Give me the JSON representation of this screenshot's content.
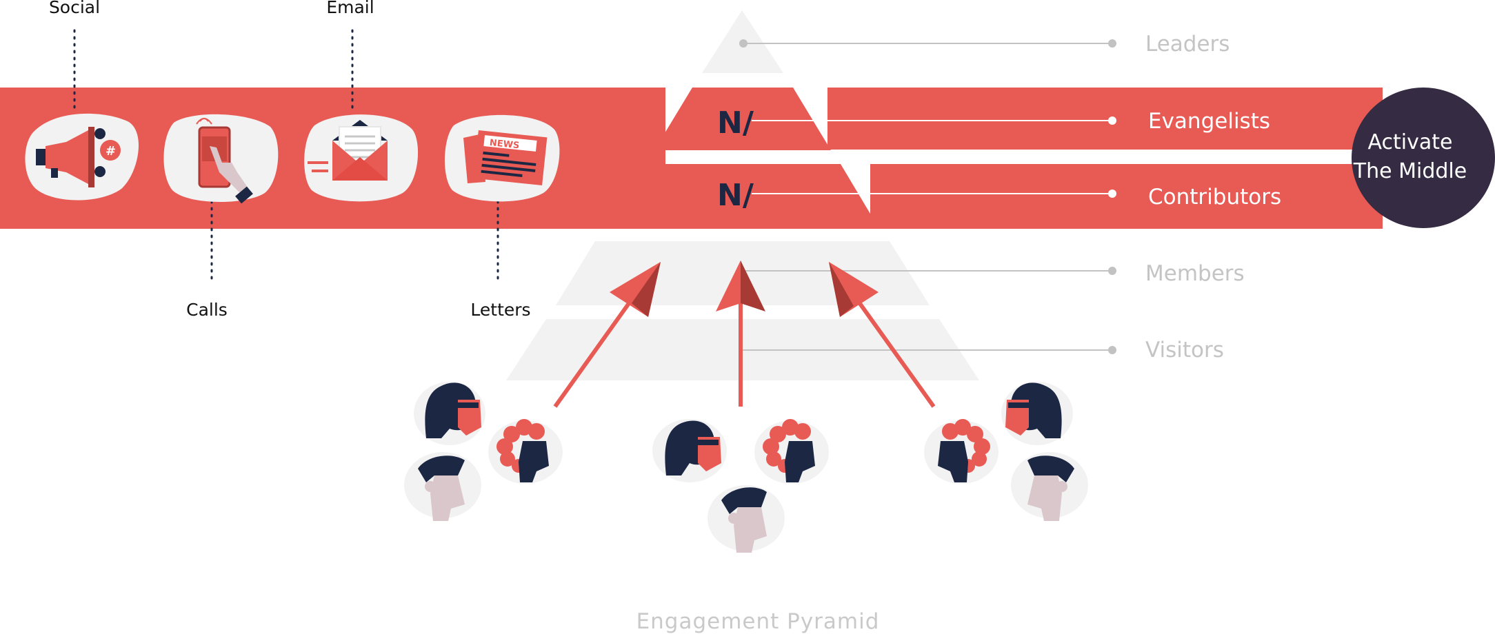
{
  "colors": {
    "band": "#e85a54",
    "band_dark": "#a83a35",
    "navy": "#1c2744",
    "tier_grey": "#f2f2f2",
    "connector_grey": "#c2c2c2",
    "dark_circle": "#352c43",
    "skin_light": "#d9c7cb"
  },
  "channels": [
    {
      "label": "Social",
      "icon": "megaphone-icon"
    },
    {
      "label": "Calls",
      "icon": "phone-tap-icon"
    },
    {
      "label": "Email",
      "icon": "envelope-icon"
    },
    {
      "label": "Letters",
      "icon": "newspaper-icon"
    }
  ],
  "pyramid": {
    "levels": [
      {
        "label": "Leaders",
        "highlighted": false
      },
      {
        "label": "Evangelists",
        "highlighted": true,
        "logo": "N/"
      },
      {
        "label": "Contributors",
        "highlighted": true,
        "logo": "N/"
      },
      {
        "label": "Members",
        "highlighted": false
      },
      {
        "label": "Visitors",
        "highlighted": false
      }
    ]
  },
  "callout": {
    "line1": "Activate",
    "line2": "The Middle"
  },
  "caption": "Engagement Pyramid"
}
